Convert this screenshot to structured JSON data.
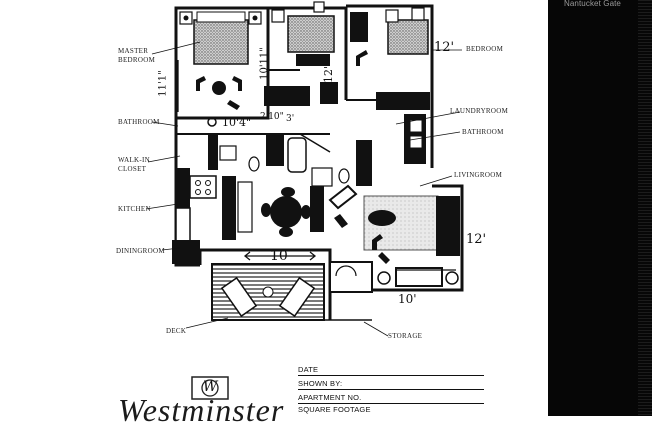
{
  "sidebar": {
    "title": "Nantucket Gate"
  },
  "rooms": {
    "master_bedroom": "Master Bedroom",
    "bathroom_left": "Bathroom",
    "walk_in_closet": "Walk-in Closet",
    "kitchen": "Kitchen",
    "diningroom": "Diningroom",
    "deck": "Deck",
    "storage": "Storage",
    "livingroom": "Livingroom",
    "bathroom_right": "Bathroom",
    "laundryroom": "Laundryroom",
    "bedroom": "Bedroom"
  },
  "handwritten": {
    "dim_master_width": "10'4\"",
    "dim_master_left": "11'1\"",
    "dim_master_right": "10'11\"",
    "dim_hall": "2'10\"",
    "dim_bedroom2": "12'",
    "dim_bedroom_right": "12'",
    "dim_dining": "10",
    "dim_living_right": "12'",
    "dim_living_bottom": "10'",
    "dim_small": "3'"
  },
  "form": {
    "date": "Date",
    "shown_by": "Shown By:",
    "apartment_no": "Apartment No.",
    "square_footage": "Square Footage"
  },
  "logo": {
    "monogram": "W",
    "name": "Westminster"
  }
}
